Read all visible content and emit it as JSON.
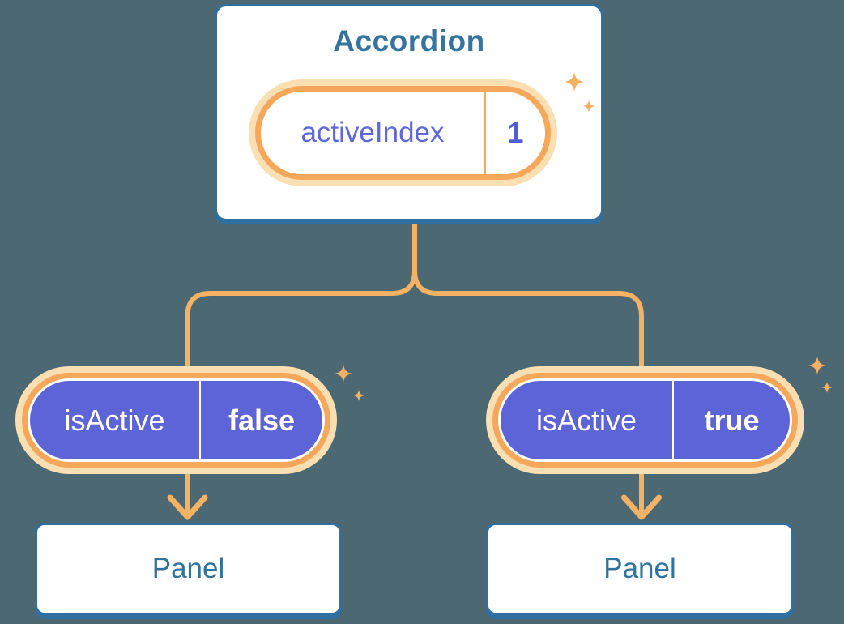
{
  "diagram": {
    "root": {
      "title": "Accordion",
      "state": {
        "name": "activeIndex",
        "value": "1"
      }
    },
    "children": [
      {
        "state": {
          "name": "isActive",
          "value": "false"
        },
        "panel_label": "Panel"
      },
      {
        "state": {
          "name": "isActive",
          "value": "true"
        },
        "panel_label": "Panel"
      }
    ]
  },
  "colors": {
    "background": "#4C6872",
    "card_fill": "#FFFFFF",
    "card_border_blue": "#2F70A0",
    "heading_text_blue": "#35749E",
    "panel_text_blue": "#31739F",
    "accent_orange": "#F5A85C",
    "connector_orange": "#F5B164",
    "glow_orange": "#FADFB3",
    "sparkle_orange": "#F4B166",
    "purple_fill": "#5C64D8",
    "purple_text": "#5F68DB",
    "purple_value_text": "#525ED2",
    "pill_text_white": "#FFFFFF"
  }
}
